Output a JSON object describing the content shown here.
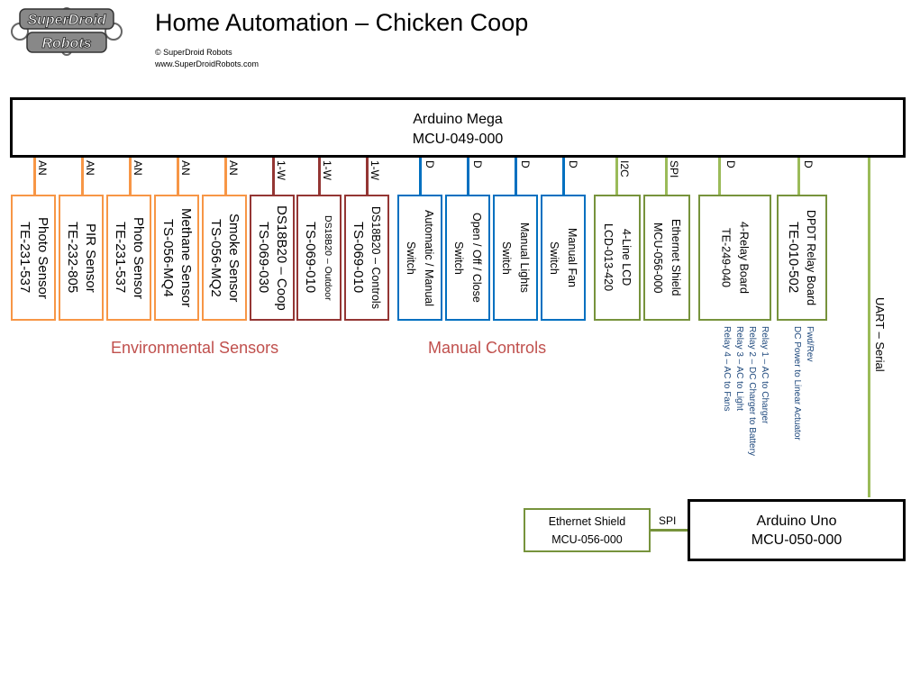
{
  "header": {
    "logo_text": [
      "SuperDroid",
      "Robots"
    ],
    "title": "Home Automation – Chicken Coop",
    "copyright": "© SuperDroid Robots",
    "website": "www.SuperDroidRobots.com"
  },
  "colors": {
    "sensor": "#F79646",
    "temp": "#943634",
    "control": "#0070C0",
    "peripheral": "#77933C",
    "group_label": "#C0504D",
    "note": "#1F497D",
    "uart": "#9BBB59"
  },
  "mega": {
    "name": "Arduino Mega",
    "part": "MCU-049-000"
  },
  "modules": [
    {
      "bus": "AN",
      "lines": [
        "Photo Sensor",
        "TE-231-537"
      ]
    },
    {
      "bus": "AN",
      "lines": [
        "PIR Sensor",
        "TE-232-805"
      ]
    },
    {
      "bus": "AN",
      "lines": [
        "Photo Sensor",
        "TE-231-537"
      ]
    },
    {
      "bus": "AN",
      "lines": [
        "Methane Sensor",
        "TS-056-MQ4"
      ]
    },
    {
      "bus": "AN",
      "lines": [
        "Smoke Sensor",
        "TS-056-MQ2"
      ]
    },
    {
      "bus": "1-W",
      "lines": [
        "DS18B20 – Coop",
        "TS-069-030"
      ]
    },
    {
      "bus": "1-W",
      "lines": [
        "DS18B20 – Outdoor",
        "TS-069-010"
      ]
    },
    {
      "bus": "1-W",
      "lines": [
        "DS18B20 – Controls",
        "TS-069-010"
      ]
    },
    {
      "bus": "D",
      "lines": [
        "Automatic / Manual",
        "Switch"
      ]
    },
    {
      "bus": "D",
      "lines": [
        "Open / Off / Close",
        "Switch"
      ]
    },
    {
      "bus": "D",
      "lines": [
        "Manual Lights",
        "Switch"
      ]
    },
    {
      "bus": "D",
      "lines": [
        "Manual Fan",
        "Switch"
      ]
    },
    {
      "bus": "I2C",
      "lines": [
        "4-Line LCD",
        "LCD-013-420"
      ]
    },
    {
      "bus": "SPI",
      "lines": [
        "Ethernet Shield",
        "MCU-056-000"
      ]
    },
    {
      "bus": "D",
      "lines": [
        "4-Relay Board",
        "TE-249-040"
      ]
    },
    {
      "bus": "D",
      "lines": [
        "DPDT Relay Board",
        "TE-010-502"
      ]
    }
  ],
  "groups": {
    "environmental": "Environmental Sensors",
    "manual": "Manual Controls"
  },
  "relay_notes": [
    "Relay 1 – AC to Charger",
    "Relay 2 – DC Charger to Battery",
    "Relay 3 – AC to Light",
    "Relay 4 – AC to Fans"
  ],
  "dpdt_notes": [
    "Fwd/Rev",
    "DC Power to Linear Actuator"
  ],
  "uart_label": "UART – Serial",
  "uno": {
    "name": "Arduino Uno",
    "part": "MCU-050-000"
  },
  "eth2": {
    "name": "Ethernet Shield",
    "part": "MCU-056-000",
    "bus": "SPI"
  }
}
